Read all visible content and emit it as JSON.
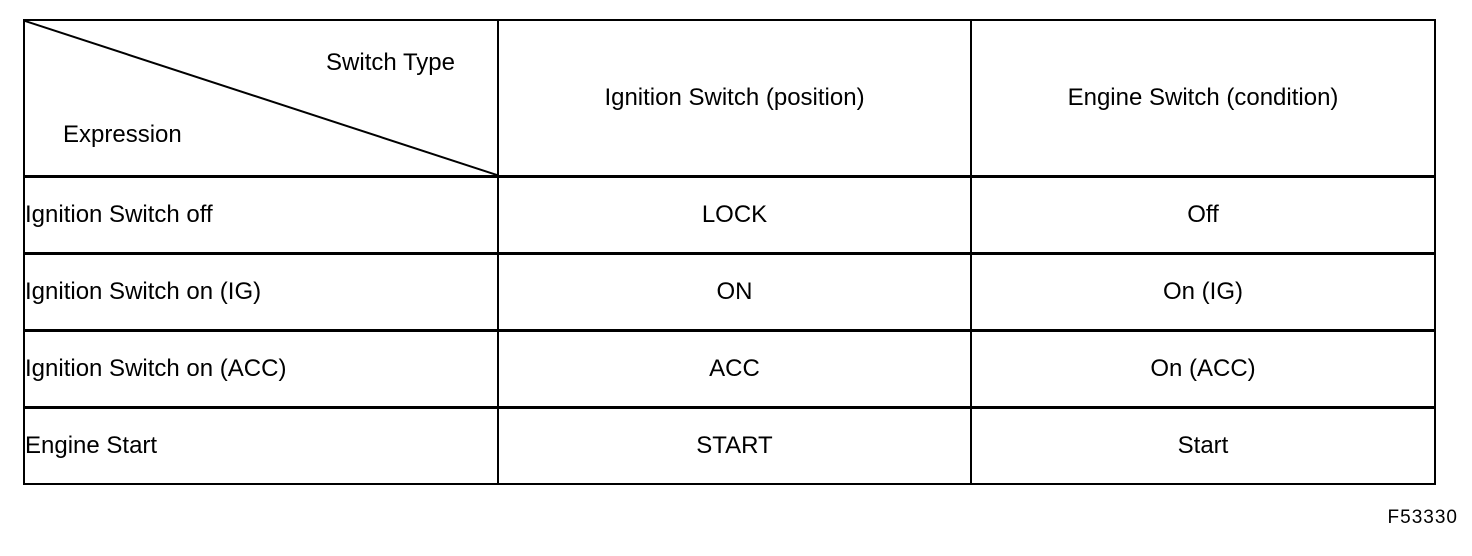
{
  "colors": {
    "background": "#ffffff",
    "line": "#000000",
    "text": "#000000"
  },
  "table": {
    "corner": {
      "top_right_label": "Switch Type",
      "bottom_left_label": "Expression"
    },
    "column_headers": [
      "Ignition Switch (position)",
      "Engine Switch (condition)"
    ],
    "rows": [
      {
        "expression": "Ignition Switch off",
        "ignition_switch_position": "LOCK",
        "engine_switch_condition": "Off"
      },
      {
        "expression": "Ignition Switch on (IG)",
        "ignition_switch_position": "ON",
        "engine_switch_condition": "On (IG)"
      },
      {
        "expression": "Ignition Switch on (ACC)",
        "ignition_switch_position": "ACC",
        "engine_switch_condition": "On (ACC)"
      },
      {
        "expression": "Engine Start",
        "ignition_switch_position": "START",
        "engine_switch_condition": "Start"
      }
    ]
  },
  "figure_code": "F53330"
}
